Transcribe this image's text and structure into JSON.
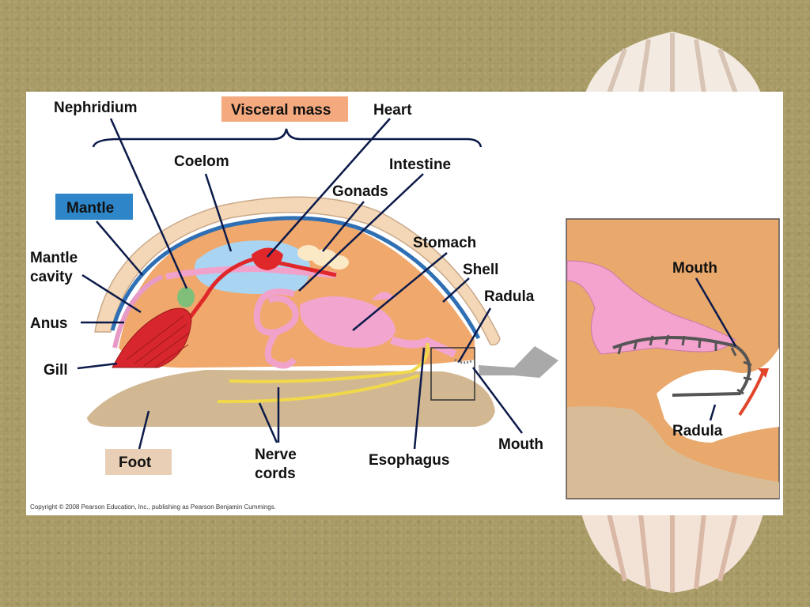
{
  "labels": {
    "visceral_mass": "Visceral mass",
    "nephridium": "Nephridium",
    "heart": "Heart",
    "coelom": "Coelom",
    "intestine": "Intestine",
    "gonads": "Gonads",
    "mantle": "Mantle",
    "mantle_cavity_1": "Mantle",
    "mantle_cavity_2": "cavity",
    "stomach": "Stomach",
    "shell": "Shell",
    "radula": "Radula",
    "anus": "Anus",
    "gill": "Gill",
    "foot": "Foot",
    "nerve_cords_1": "Nerve",
    "nerve_cords_2": "cords",
    "esophagus": "Esophagus",
    "mouth": "Mouth",
    "inset_mouth": "Mouth",
    "inset_radula": "Radula"
  },
  "copyright": "Copyright © 2008 Pearson Education, Inc., publishing as Pearson Benjamin Cummings.",
  "colors": {
    "visceral_box": "#f4a97e",
    "mantle_box": "#2e86c8",
    "foot_box": "#e8cfb6",
    "leader": "#0c1a4a"
  }
}
